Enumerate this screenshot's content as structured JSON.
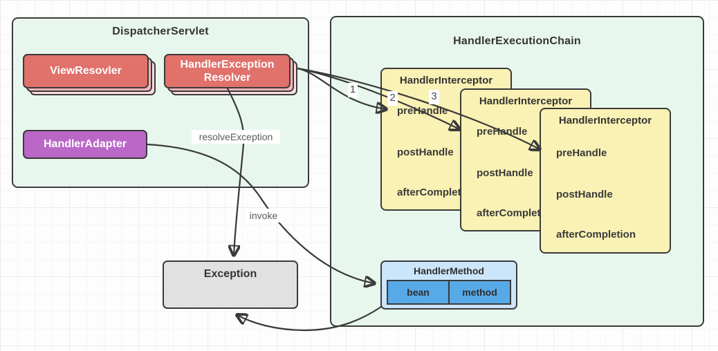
{
  "dispatcher_servlet": {
    "title": "DispatcherServlet",
    "view_resolver_label": "ViewResovler",
    "handler_exception_resolver": {
      "line1": "HandlerException",
      "line2": "Resolver"
    },
    "handler_adapter_label": "HandlerAdapter"
  },
  "handler_execution_chain": {
    "title": "HandlerExecutionChain",
    "interceptors": [
      {
        "title": "HandlerInterceptor",
        "methods": [
          "preHandle",
          "postHandle",
          "afterCompletion"
        ]
      },
      {
        "title": "HandlerInterceptor",
        "methods": [
          "preHandle",
          "postHandle",
          "afterCompletion"
        ]
      },
      {
        "title": "HandlerInterceptor",
        "methods": [
          "preHandle",
          "postHandle",
          "afterCompletion"
        ]
      }
    ],
    "handler_method": {
      "title": "HandlerMethod",
      "bean_label": "bean",
      "method_label": "method"
    }
  },
  "exception_box": {
    "label": "Exception"
  },
  "edge_labels": {
    "resolve_exception": "resolveException",
    "invoke": "invoke",
    "sequence": [
      "1",
      "2",
      "3"
    ]
  },
  "colors": {
    "container_fill": "#E8F7ED",
    "container_border": "#3A3A3A",
    "component_red": "#E0716B",
    "stack_pink_mid": "#F5B5BB",
    "stack_pink_back": "#FBDCDF",
    "component_purple": "#BA67C8",
    "interceptor_yellow": "#FAF1B4",
    "handler_method_fill": "#CBE5FA",
    "handler_method_cell": "#57A9E8",
    "exception_gray": "#E1E1E1",
    "line": "#3A3A3A",
    "edge_label_gray": "#5A5A5A"
  }
}
